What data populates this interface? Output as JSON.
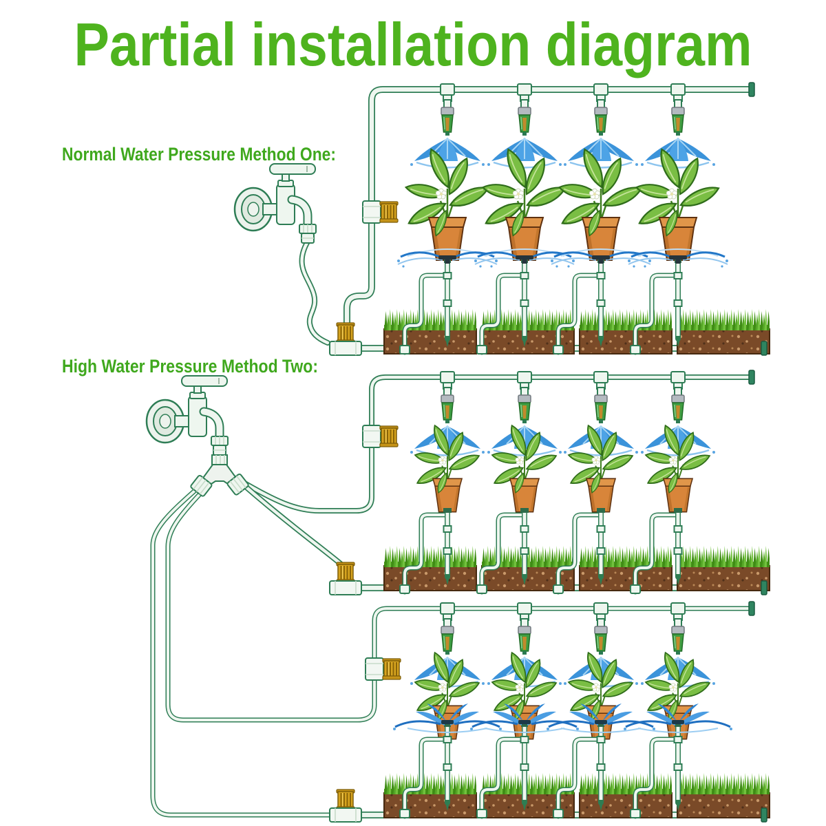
{
  "title": {
    "text": "Partial installation diagram"
  },
  "methods": [
    {
      "label": "Normal Water Pressure Method One:",
      "rows": [
        {
          "type": "misting-nozzle-row",
          "nozzle_count": 4,
          "plant_count": 4
        },
        {
          "type": "sprinkler-stake-row",
          "sprinkler_count": 4,
          "grass_bed_count": 4
        }
      ]
    },
    {
      "label": "High Water Pressure Method Two:",
      "rows": [
        {
          "type": "misting-nozzle-row",
          "nozzle_count": 4,
          "plant_count": 4
        },
        {
          "type": "drip-stake-row",
          "stake_count": 4,
          "grass_bed_count": 4
        },
        {
          "type": "misting-nozzle-row",
          "nozzle_count": 4,
          "plant_count": 4
        },
        {
          "type": "sprinkler-stake-row",
          "sprinkler_count": 4,
          "grass_bed_count": 4
        }
      ]
    }
  ],
  "components": [
    {
      "name": "wall-faucet",
      "count": 2
    },
    {
      "name": "y-splitter",
      "count": 1
    },
    {
      "name": "misting-nozzle",
      "count": 12
    },
    {
      "name": "potted-plant",
      "count": 12
    },
    {
      "name": "sprinkler-stake",
      "count": 8
    },
    {
      "name": "drip-stake",
      "count": 4
    },
    {
      "name": "grass-bed",
      "count": 12
    },
    {
      "name": "brass-connector",
      "count": 6
    },
    {
      "name": "pipe-end-cap",
      "count": 6
    }
  ],
  "colors": {
    "background": "#ffffff",
    "title-green": "#4eb31e",
    "label-green": "#3fa81d",
    "pipe-edge": "#2e7d55",
    "pipe-fill": "#eef6ef",
    "nozzle-green": "#3f9d41",
    "nozzle-gray": "#b4bac0",
    "nozzle-core": "#c28a2c",
    "water-blue": "#4199dd",
    "water-light": "#9ccdf2",
    "water-dark": "#2277c8",
    "leaf-green": "#7abe44",
    "leaf-outline": "#2f6d1a",
    "pot-orange": "#d8853a",
    "grass-green": "#72c13e",
    "grass-dark": "#3f8c15",
    "soil-brown": "#7a4a28",
    "brass-gold": "#d7a41f"
  }
}
